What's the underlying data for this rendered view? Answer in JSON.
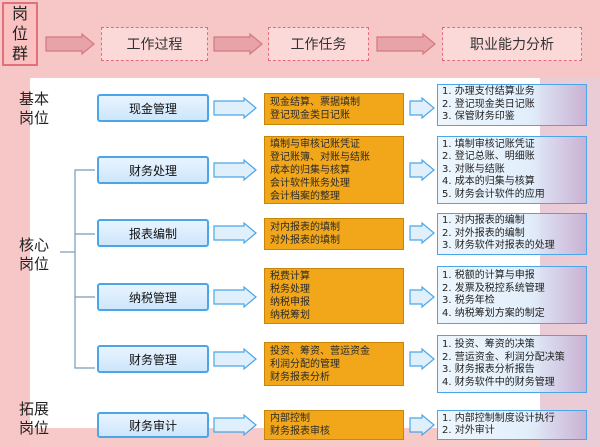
{
  "header": {
    "group_label": "岗位群",
    "process_label": "工作过程",
    "task_label": "工作任务",
    "analysis_label": "职业能力分析"
  },
  "role_groups": [
    {
      "label": "基本\n岗位",
      "line1": "基本",
      "line2": "岗位"
    },
    {
      "label": "核心\n岗位",
      "line1": "核心",
      "line2": "岗位"
    },
    {
      "label": "拓展\n岗位",
      "line1": "拓展",
      "line2": "岗位"
    }
  ],
  "rows": [
    {
      "process": "现金管理",
      "tasks": [
        "现金结算、票据填制",
        "登记现金类日记账"
      ],
      "skills": [
        "1. 办理支付结算业务",
        "2. 登记现金类日记账",
        "3. 保管财务印鉴"
      ]
    },
    {
      "process": "财务处理",
      "tasks": [
        "填制与审核记账凭证",
        "登记账簿、对账与结账",
        "成本的归集与核算",
        "会计软件账务处理",
        "会计档案的整理"
      ],
      "skills": [
        "1. 填制审核记账凭证",
        "2. 登记总账、明细账",
        "3. 对账与结账",
        "4. 成本的归集与核算",
        "5. 财务会计软件的应用"
      ]
    },
    {
      "process": "报表编制",
      "tasks": [
        "对内报表的填制",
        "对外报表的填制"
      ],
      "skills": [
        "1. 对内报表的编制",
        "2. 对外报表的编制",
        "3. 财务软件对报表的处理"
      ]
    },
    {
      "process": "纳税管理",
      "tasks": [
        "税费计算",
        "税务处理",
        "纳税申报",
        "纳税筹划"
      ],
      "skills": [
        "1. 税额的计算与申报",
        "2. 发票及税控系统管理",
        "3. 税务年检",
        "4. 纳税筹划方案的制定"
      ]
    },
    {
      "process": "财务管理",
      "tasks": [
        "投资、筹资、营运资金",
        "利润分配的管理",
        "财务报表分析"
      ],
      "skills": [
        "1. 投资、筹资的决策",
        "2. 营运资金、利润分配决策",
        "3. 财务报表分析报告",
        "4. 财务软件中的财务管理"
      ]
    },
    {
      "process": "财务审计",
      "tasks": [
        "内部控制",
        "财务报表审核"
      ],
      "skills": [
        "1. 内部控制制度设计执行",
        "2. 对外审计"
      ]
    }
  ],
  "colors": {
    "process_border": "#4aa6e8",
    "task_fill": "#f2a71b",
    "overlay": "#eb7878"
  }
}
